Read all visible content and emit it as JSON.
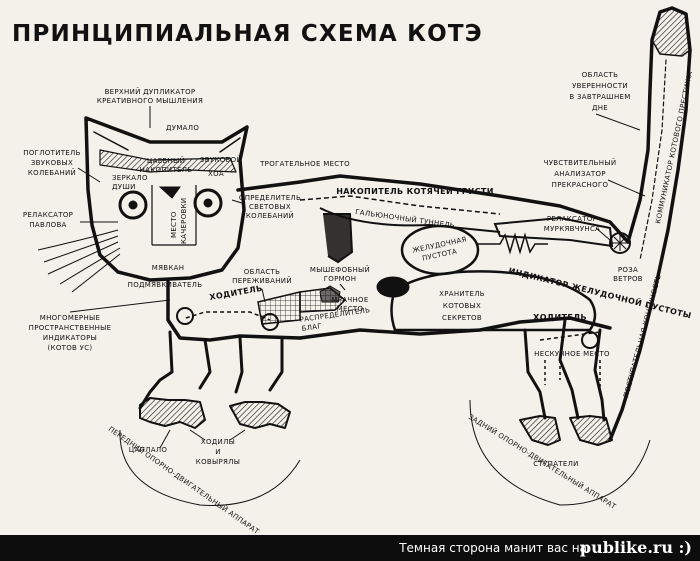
{
  "title": "ПРИНЦИПИАЛЬНАЯ СХЕМА КОТЭ",
  "footer": {
    "text": "Темная сторона манит вас на",
    "brand": "publike.ru :)"
  },
  "labels": {
    "top_duplicator": [
      "ВЕРХНИЙ ДУПЛИКАТОР",
      "КРЕАТИВНОГО МЫШЛЕНИЯ"
    ],
    "dumalo": "ДУМАЛО",
    "sound_absorber": [
      "ПОГЛОТИТЕЛЬ",
      "ЗВУКОВЫХ",
      "КОЛЕБАНИЙ"
    ],
    "sound_ear": "ЗВУКОВОЙ",
    "hoa": "ХОА",
    "food_accumulator": [
      "ЦАЕВНЫЙ",
      "НАКОПИТЕЛЬ"
    ],
    "eyes": [
      "ЗЕРКАЛО",
      "ДУШИ"
    ],
    "relaxator_pavlov": [
      "РЕЛАКСАТОР",
      "ПАВЛОВА"
    ],
    "light_detector": [
      "ОПРЕДЕЛИТЕЛЬ",
      "СВЕТОВЫХ",
      "КОЛЕБАНИЙ"
    ],
    "whisker_place": [
      "МЕСТО",
      "КАЧЕРОВКИ"
    ],
    "myavkan": "МЯВКАН",
    "podmyavkivatel": "ПОДМЯВКИВАТЕЛЬ",
    "multidim": [
      "МНОГОМЕРНЫЕ",
      "ПРОСТРАНСТВЕННЫЕ",
      "ИНДИКАТОРЫ",
      "(КОТОВ УС)"
    ],
    "touch_place": "ТРОГАТЕЛЬНОЕ МЕСТО",
    "sadness_accumulator": "НАКОПИТЕЛЬ КОТЯЧЕЙ ГРУСТИ",
    "tunnel": "ГАЛЬЮНОЧНЫЙ ТУННЕЛЬ",
    "worries_area": [
      "ОБЛАСТЬ",
      "ПЕРЕЖИВАНИЙ"
    ],
    "mouse_hormone": [
      "МЫШЕФОБНЫЙ",
      "ГОРМОН"
    ],
    "stomach_emptiness": [
      "ЖЕЛУДОЧНАЯ",
      "ПУСТОТА"
    ],
    "purr_relaxator": [
      "РЕЛАКСАТОР",
      "МУРКЯВЧУНСА"
    ],
    "stomach_indicator": "ИНДИКАТОР ЖЕЛУДОЧНОЙ ПУСТОТЫ",
    "wind_rose": [
      "РОЗА",
      "ВЕТРОВ"
    ],
    "confidence_area": [
      "ОБЛАСТЬ",
      "УВЕРЕННОСТИ",
      "В ЗАВТРАШНЕМ",
      "ДНЕ"
    ],
    "beauty_analyzer": [
      "ЧУВСТВИТЕЛЬНЫЙ",
      "АНАЛИЗАТОР",
      "ПРЕКРАСНОГО"
    ],
    "prestige_communicator": "КОММУНИКАТОР КОТОВОГО ПРЕСТИЖА",
    "progress_limb": "ПОСТУПАТЕЛЬНАЯ КОНЕЧНОСТЬ",
    "front_walker": "ХОДИТЕЛЬ",
    "rear_walker": "ХОДИТЕЛЬ",
    "dark_place": [
      "МРАЧНОЕ",
      "МЕСТО"
    ],
    "good_distributor": [
      "РАСПРЕДЕЛИТЕЛЬ",
      "БЛАГ"
    ],
    "cat_secrets": [
      "ХРАНИТЕЛЬ",
      "КОТОВЫХ",
      "СЕКРЕТОВ"
    ],
    "soft_place": "НЕСКУЧНОЕ МЕСТО",
    "tsaplo": "ЦАПЛАЛО",
    "walkers_diggers": [
      "ХОДИЛЫ",
      "И",
      "КОВЫРЯЛЫ"
    ],
    "steppers": "СТУПАТЕЛИ",
    "front_apparatus": "ПЕРЕДНИЙ ОПОРНО-ДВИГАТЕЛЬНЫЙ АППАРАТ",
    "rear_apparatus": "ЗАДНИЙ ОПОРНО-ДВИГАТЕЛЬНЫЙ АППАРАТ"
  }
}
